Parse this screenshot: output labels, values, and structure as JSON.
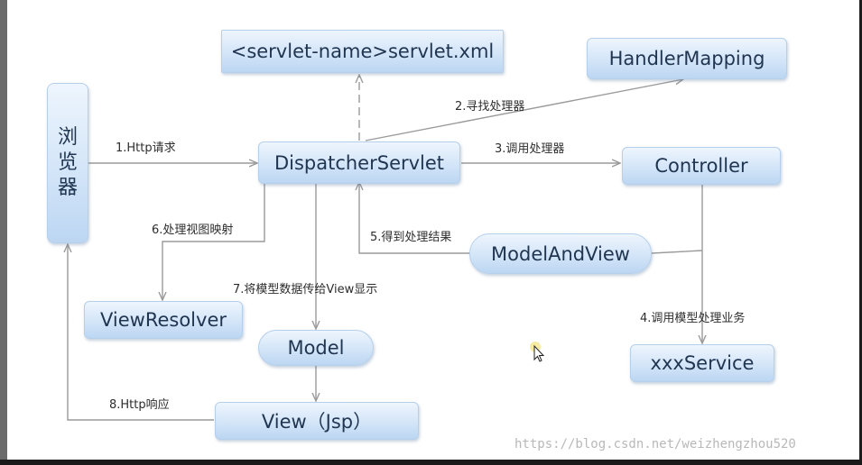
{
  "nodes": {
    "browser": [
      "浏",
      "览",
      "器"
    ],
    "servlet_xml": "<servlet-name>servlet.xml",
    "handler_mapping": "HandlerMapping",
    "dispatcher": "DispatcherServlet",
    "controller": "Controller",
    "model_and_view": "ModelAndView",
    "view_resolver": "ViewResolver",
    "model": "Model",
    "service": "xxxService",
    "view": "View（Jsp）"
  },
  "steps": {
    "s1": "1.Http请求",
    "s2": "2.寻找处理器",
    "s3": "3.调用处理器",
    "s4": "4.调用模型处理业务",
    "s5": "5.得到处理结果",
    "s6": "6.处理视图映射",
    "s7": "7.将模型数据传给View显示",
    "s8": "8.Http响应"
  },
  "watermark": "https://blog.csdn.net/weizhengzhou520",
  "colors": {
    "box_fill_top": "#eef5fd",
    "box_fill_bottom": "#bcd6f2",
    "box_text": "#1f3550",
    "arrow": "#9a9a9a"
  }
}
